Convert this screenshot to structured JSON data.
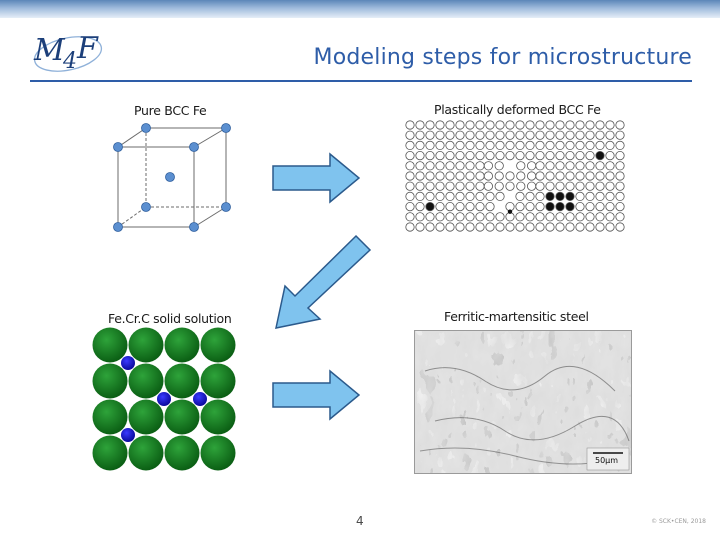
{
  "slide": {
    "title": "Modeling steps for microstructure",
    "logo_text": "M4F",
    "page_number": "4",
    "footer_note": "© SCK•CEN, 2018"
  },
  "panels": {
    "pure_bcc": {
      "label": "Pure BCC Fe"
    },
    "deformed_bcc": {
      "label": "Plastically deformed BCC Fe"
    },
    "solid_solution": {
      "label": "Fe.Cr.C solid solution"
    },
    "ferritic_martensitic": {
      "label": "Ferritic-martensitic steel",
      "scale_bar": "50μm"
    }
  },
  "colors": {
    "title_blue": "#2e5da8",
    "arrow_fill": "#7fc3ee",
    "atom_blue": "#5b8fd0",
    "fe_green": "#0e7a1a",
    "carbon_blue": "#1010c8"
  },
  "icons": {
    "arrows": [
      "right-arrow",
      "down-left-arrow",
      "right-arrow"
    ]
  }
}
